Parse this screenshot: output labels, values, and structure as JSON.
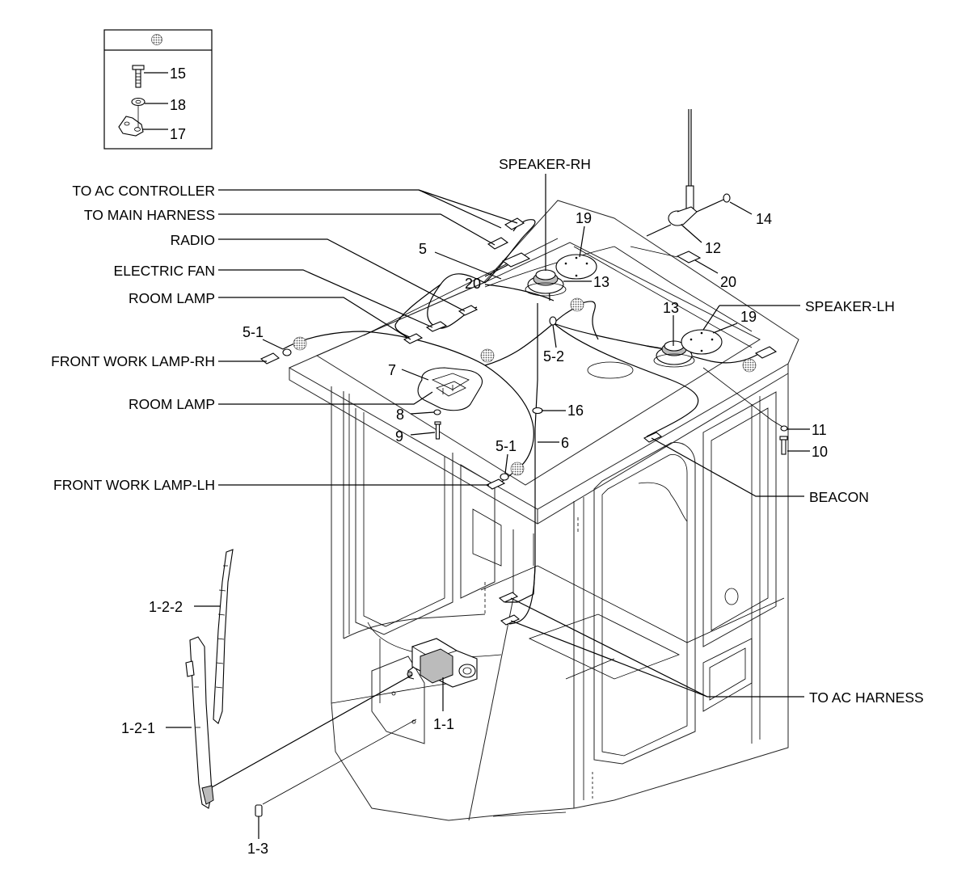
{
  "labels": {
    "speaker_rh": "SPEAKER-RH",
    "speaker_lh": "SPEAKER-LH",
    "to_ac_controller": "TO AC CONTROLLER",
    "to_main_harness": "TO MAIN HARNESS",
    "radio": "RADIO",
    "electric_fan": "ELECTRIC FAN",
    "room_lamp_upper": "ROOM LAMP",
    "room_lamp_lower": "ROOM LAMP",
    "front_work_lamp_rh": "FRONT WORK LAMP-RH",
    "front_work_lamp_lh": "FRONT WORK LAMP-LH",
    "beacon": "BEACON",
    "to_ac_harness": "TO AC HARNESS"
  },
  "callouts": {
    "c15": "15",
    "c18": "18",
    "c17": "17",
    "c14": "14",
    "c12": "12",
    "c20a": "20",
    "c20b": "20",
    "c19a": "19",
    "c19b": "19",
    "c13a": "13",
    "c13b": "13",
    "c5": "5",
    "c5_1a": "5-1",
    "c5_1b": "5-1",
    "c5_2": "5-2",
    "c7": "7",
    "c8": "8",
    "c9": "9",
    "c16": "16",
    "c6": "6",
    "c11": "11",
    "c10": "10",
    "c1_2_2": "1-2-2",
    "c1_2_1": "1-2-1",
    "c1_1": "1-1",
    "c1_3": "1-3"
  }
}
